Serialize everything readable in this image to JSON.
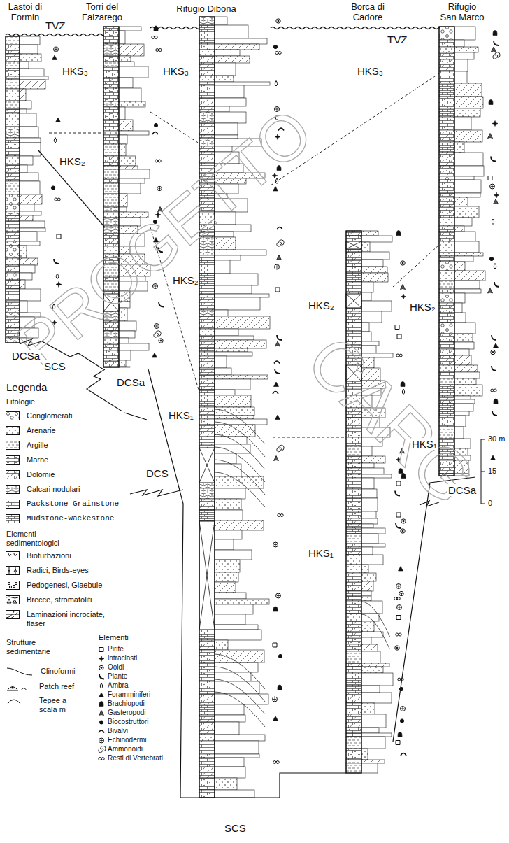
{
  "diagram": {
    "nodes": [
      {
        "text": [
          "Lastoi di Formin"
        ]
      },
      {
        "text": [
          "Torri del Falzarego"
        ]
      },
      {
        "text": [
          "Rifugio Dibona"
        ]
      },
      {
        "text": [
          "Borca di Cadore"
        ]
      },
      {
        "text": [
          "Rifugio San Marco"
        ]
      }
    ],
    "labels": [
      "TVZ",
      "TVZ",
      "HKS₃",
      "HKS₃",
      "HKS₃",
      "HKS₂",
      "HKS₂",
      "HKS₂",
      "HKS₂",
      "HKS₁",
      "HKS₁",
      "HKS₁",
      "DCSa",
      "SCS",
      "DCSa",
      "DCS",
      "DCSa",
      "SCS",
      "Legenda",
      "Litologie",
      "Elementi sedimentologici",
      "Strutture sedimentarie",
      "Elementi",
      "30 m",
      "15",
      "0",
      "PROGETTO",
      "CARG"
    ],
    "legend": [
      {
        "text": "Conglomerati"
      },
      {
        "text": "Arenarie"
      },
      {
        "text": "Argille"
      },
      {
        "text": "Marne"
      },
      {
        "text": "Dolomie"
      },
      {
        "text": "Calcari nodulari"
      },
      {
        "text": "Packstone-Grainstone"
      },
      {
        "text": "Mudstone-Wackestone"
      },
      {
        "text": "Bioturbazioni"
      },
      {
        "text": "Radici, Birds-eyes"
      },
      {
        "text": "Pedogenesi, Glaebule"
      },
      {
        "text": "Brecce, stromatoliti"
      },
      {
        "text": "Laminazioni incrociate, flaser"
      },
      {
        "text": "Clinoformi"
      },
      {
        "text": "Patch reef"
      },
      {
        "text": "Tepee a scala m"
      },
      {
        "text": "Pirite"
      },
      {
        "text": "intraclasti"
      },
      {
        "text": "Ooidi"
      },
      {
        "text": "Piante"
      },
      {
        "text": "Ambra"
      },
      {
        "text": "Foramminiferi"
      },
      {
        "text": "Brachiopodi"
      },
      {
        "text": "Gasteropodi"
      },
      {
        "text": "Biocostruttori"
      },
      {
        "text": "Bivalvi"
      },
      {
        "text": "Echinodermi"
      },
      {
        "text": "Ammonoidi"
      },
      {
        "text": "Resti di Vertebrati"
      }
    ]
  }
}
